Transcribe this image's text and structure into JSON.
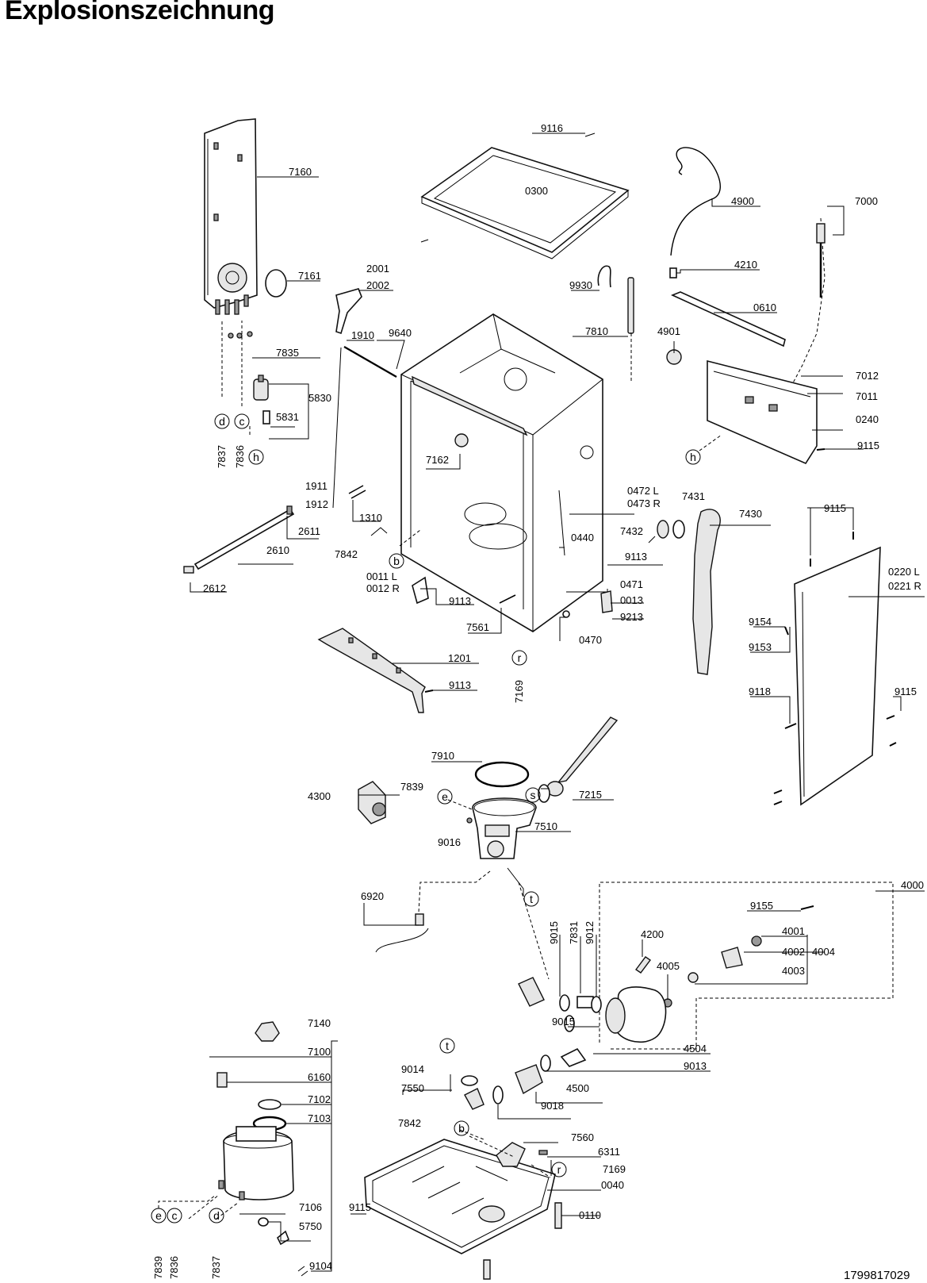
{
  "title": "Explosionszeichnung",
  "doc_number": "1799817029",
  "bubbles": [
    "b",
    "c",
    "d",
    "e",
    "h",
    "r",
    "s",
    "t"
  ],
  "labels": {
    "p9116": "9116",
    "p0300": "0300",
    "p7160": "7160",
    "p4900": "4900",
    "p7000": "7000",
    "p7161": "7161",
    "p2001": "2001",
    "p2002": "2002",
    "p4210": "4210",
    "p9930": "9930",
    "p0610": "0610",
    "p7810": "7810",
    "p4901": "4901",
    "p1910": "1910",
    "p9640": "9640",
    "p7835": "7835",
    "p7012": "7012",
    "p7011": "7011",
    "p5830": "5830",
    "p5831": "5831",
    "p0240": "0240",
    "p9115a": "9115",
    "p7837a": "7837",
    "p7836a": "7836",
    "p7162": "7162",
    "p1911": "1911",
    "p1912": "1912",
    "p0472": "0472 L",
    "p0473": "0473 R",
    "p7431": "7431",
    "p9115b": "9115",
    "p1310": "1310",
    "p2611": "2611",
    "p0440": "0440",
    "p7432": "7432",
    "p7430": "7430",
    "p2610": "2610",
    "p7842a": "7842",
    "p9113a": "9113",
    "p0220": "0220 L",
    "p0221": "0221 R",
    "p2612": "2612",
    "p0011": "0011 L",
    "p0012": "0012 R",
    "p0471": "0471",
    "p9113b": "9113",
    "p0013": "0013",
    "p9213": "9213",
    "p9154": "9154",
    "p7561": "7561",
    "p0470": "0470",
    "p9153": "9153",
    "p1201": "1201",
    "p9113c": "9113",
    "p7169a": "7169",
    "p9118": "9118",
    "p9115c": "9115",
    "p7910": "7910",
    "p7839a": "7839",
    "p4300": "4300",
    "p7215": "7215",
    "p9016": "9016",
    "p7510": "7510",
    "p4000": "4000",
    "p6920": "6920",
    "p9155": "9155",
    "p9015a": "9015",
    "p7831": "7831",
    "p9012": "9012",
    "p4200": "4200",
    "p4001": "4001",
    "p4002": "4002",
    "p4004": "4004",
    "p4005": "4005",
    "p4003": "4003",
    "p7140": "7140",
    "p9015b": "9015",
    "p7100": "7100",
    "p4504": "4504",
    "p9014": "9014",
    "p9013": "9013",
    "p6160": "6160",
    "p7550": "7550",
    "p4500": "4500",
    "p7102": "7102",
    "p9018": "9018",
    "p7103": "7103",
    "p7842b": "7842",
    "p7560": "7560",
    "p6311": "6311",
    "p7169b": "7169",
    "p0040": "0040",
    "p7106": "7106",
    "p9115d": "9115",
    "p0110": "0110",
    "p5750": "5750",
    "p7839b": "7839",
    "p7836b": "7836",
    "p7837b": "7837",
    "p9104": "9104"
  }
}
